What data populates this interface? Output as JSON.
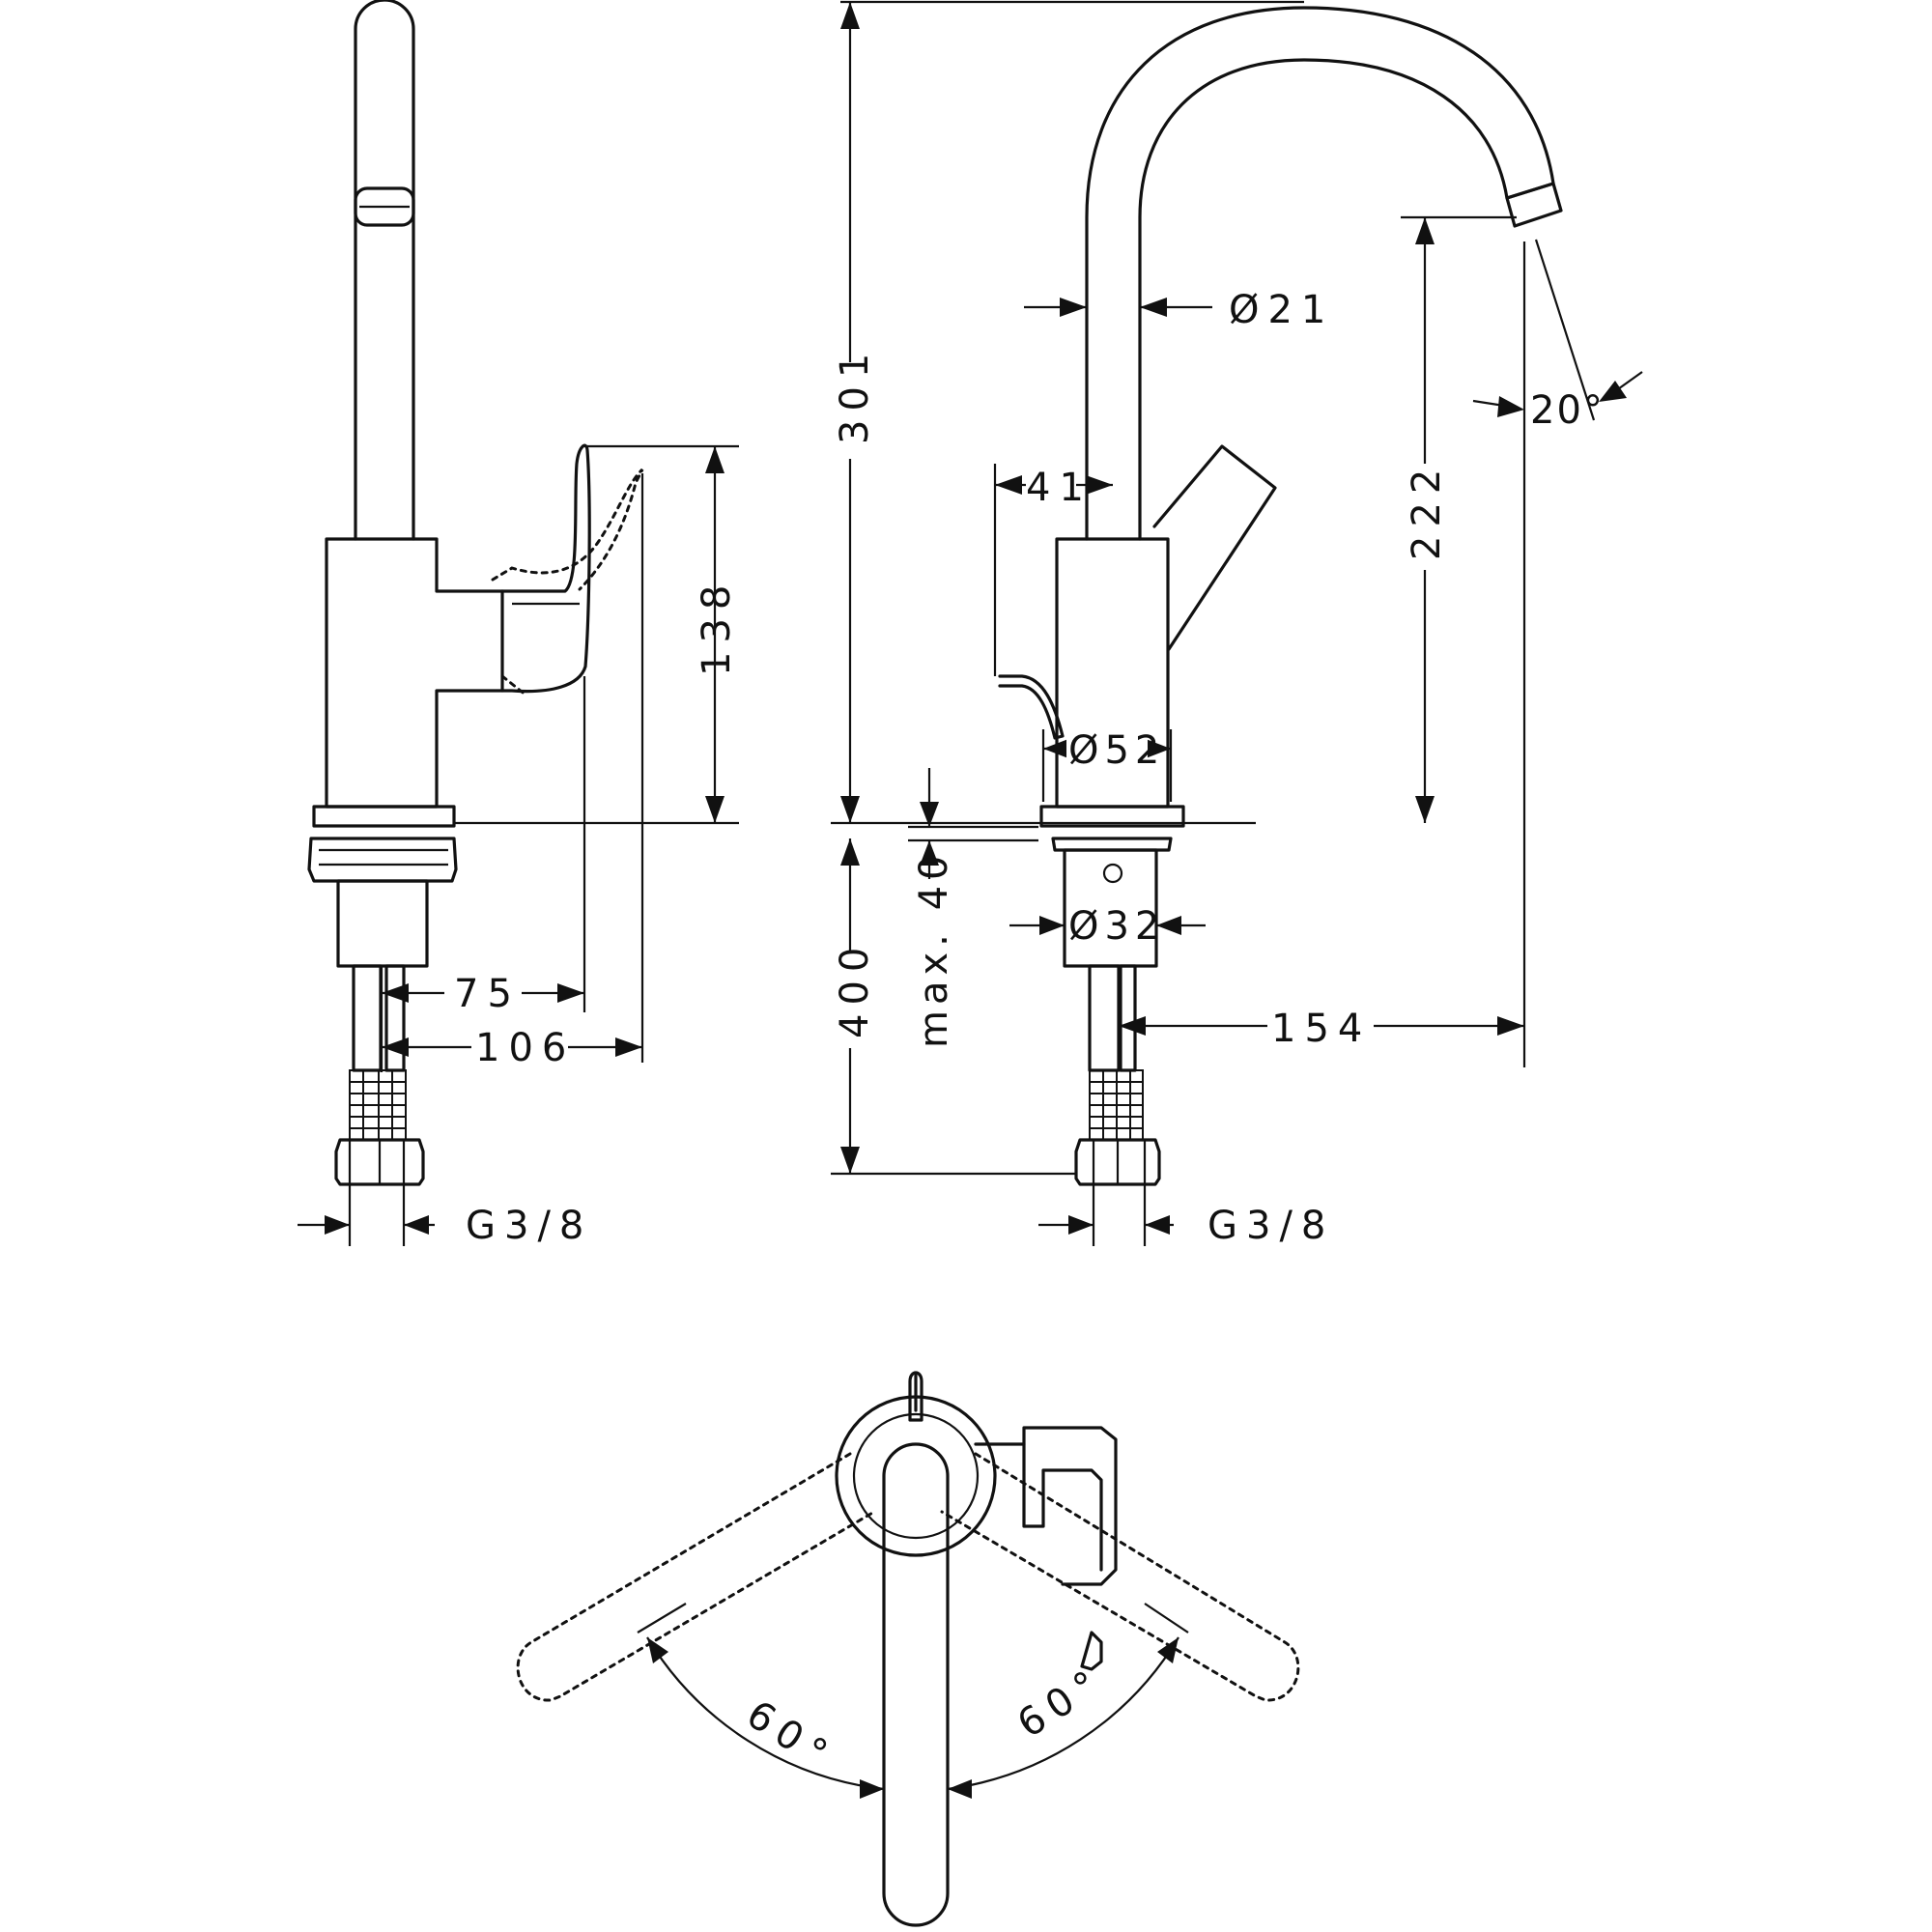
{
  "dimensions": {
    "side_view": {
      "lever_height": "138",
      "reach_lever": "75",
      "reach_lever_open": "106",
      "connection_thread": "G3/8"
    },
    "front_view": {
      "total_height": "301",
      "spout_diameter": "Ø21",
      "lever_offset": "41",
      "spout_clearance": "222",
      "spout_angle": "20°",
      "body_diameter": "Ø52",
      "max_deck_thickness": "max. 40",
      "shank_diameter": "Ø32",
      "spout_reach": "154",
      "hose_length": "400",
      "connection_thread": "G3/8"
    },
    "top_view": {
      "swivel_left": "60°",
      "swivel_right": "60°"
    }
  }
}
